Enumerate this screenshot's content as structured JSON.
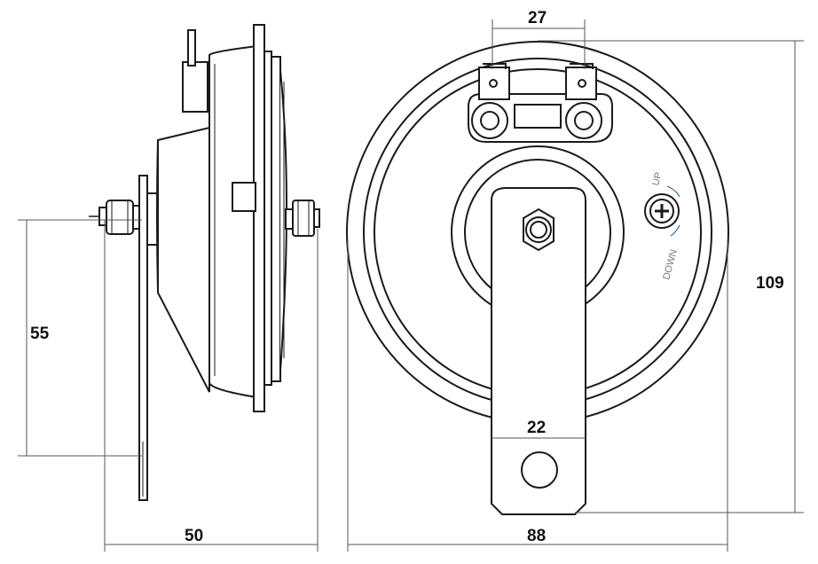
{
  "dimensions": {
    "terminal_spacing": "27",
    "bracket_width": "22",
    "bracket_height": "55",
    "depth": "50",
    "diameter": "88",
    "height": "109"
  },
  "adjust_labels": {
    "up": "UP",
    "down": "DOWN"
  },
  "colors": {
    "line": "#1a1a1a",
    "dim_line": "#555555",
    "label_gray": "#7a7a7a"
  }
}
